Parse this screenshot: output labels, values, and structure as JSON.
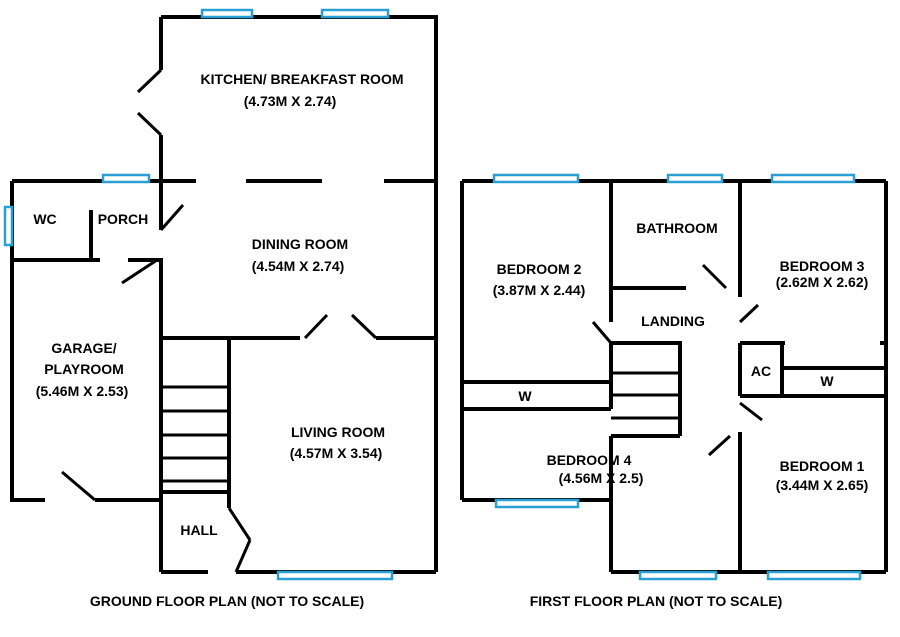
{
  "colors": {
    "walls": "#000000",
    "windows": "#2a9fd6",
    "background": "#ffffff"
  },
  "ground_floor": {
    "caption": "GROUND FLOOR PLAN (NOT TO SCALE)",
    "kitchen": {
      "name": "KITCHEN/ BREAKFAST ROOM",
      "size": "(4.73M X 2.74)"
    },
    "dining": {
      "name": "DINING ROOM",
      "size": "(4.54M X 2.74)"
    },
    "garage": {
      "name1": "GARAGE/",
      "name2": "PLAYROOM",
      "size": "(5.46M X 2.53)"
    },
    "living": {
      "name": "LIVING ROOM",
      "size": "(4.57M X 3.54)"
    },
    "wc": "WC",
    "porch": "PORCH",
    "hall": "HALL"
  },
  "first_floor": {
    "caption": "FIRST FLOOR PLAN (NOT TO SCALE)",
    "bedroom2": {
      "name": "BEDROOM 2",
      "size": "(3.87M X 2.44)"
    },
    "bathroom": "BATHROOM",
    "bedroom3": {
      "name": "BEDROOM 3",
      "size": "(2.62M X 2.62)"
    },
    "landing": "LANDING",
    "ac": "AC",
    "wardrobe_left": "W",
    "wardrobe_right": "W",
    "bedroom4": {
      "name": "BEDROOM 4",
      "size": "(4.56M X 2.5)"
    },
    "bedroom1": {
      "name": "BEDROOM 1",
      "size": "(3.44M X 2.65)"
    }
  }
}
